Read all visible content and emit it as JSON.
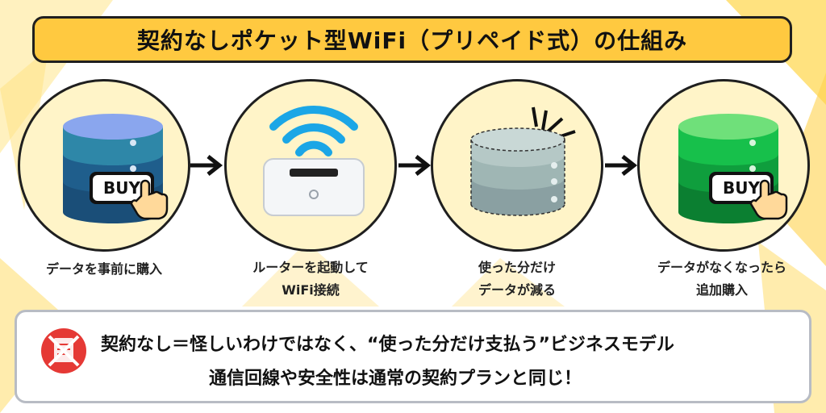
{
  "title": "契約なしポケット型WiFi（プリペイド式）の仕組み",
  "steps": [
    {
      "label_lines": [
        "データを事前に購入"
      ],
      "icon": "database-buy-icon",
      "button": "BUY"
    },
    {
      "label_lines": [
        "ルーターを起動して",
        "WiFi接続"
      ],
      "icon": "router-wifi-icon"
    },
    {
      "label_lines": [
        "使った分だけ",
        "データが減る"
      ],
      "icon": "database-draining-icon"
    },
    {
      "label_lines": [
        "データがなくなったら",
        "追加購入"
      ],
      "icon": "database-buy-icon",
      "button": "BUY"
    }
  ],
  "note": {
    "icon": "no-contract-icon",
    "line1": "契約なし＝怪しいわけではなく、“使った分だけ支払う”ビジネスモデル",
    "line2": "通信回線や安全性は通常の契約プランと同じ！"
  },
  "colors": {
    "title_bg": "#ffc940",
    "circle_bg": "#fff4c8",
    "db_blue": [
      "#8aa6ee",
      "#2e87a8",
      "#1f5e8c",
      "#1a4e78"
    ],
    "db_green": [
      "#6fe07a",
      "#17c04b",
      "#0f9e3d",
      "#0b7f31"
    ],
    "wifi": "#1ba6e6"
  }
}
